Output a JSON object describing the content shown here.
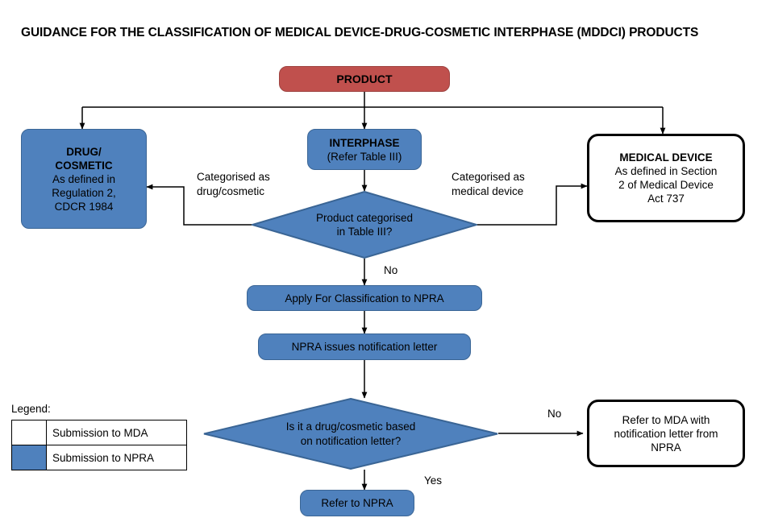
{
  "title": "GUIDANCE FOR THE CLASSIFICATION OF MEDICAL DEVICE-DRUG-COSMETIC INTERPHASE (MDDCI) PRODUCTS",
  "colors": {
    "product_fill": "#c0504d",
    "npra_fill": "#4f81bd",
    "npra_border": "#3a6595",
    "mda_fill": "#ffffff",
    "mda_border": "#000000",
    "connector": "#000000"
  },
  "nodes": {
    "product": {
      "label": "PRODUCT",
      "shape": "rounded-rectangle",
      "fill": "#c0504d"
    },
    "interphase": {
      "line1": "INTERPHASE",
      "line2": "(Refer Table III)",
      "shape": "rounded-rectangle",
      "fill": "#4f81bd"
    },
    "drug_cosmetic": {
      "line1": "DRUG/",
      "line2": "COSMETIC",
      "line3": "As defined in",
      "line4": "Regulation 2,",
      "line5": "CDCR 1984",
      "shape": "rounded-rectangle",
      "fill": "#4f81bd"
    },
    "medical_device": {
      "line1": "MEDICAL DEVICE",
      "line2": "As defined in Section",
      "line3": "2 of Medical Device",
      "line4": "Act 737",
      "shape": "rounded-rectangle",
      "fill": "#ffffff"
    },
    "decision_table3": {
      "line1": "Product categorised",
      "line2": "in Table III?",
      "shape": "diamond",
      "fill": "#4f81bd"
    },
    "apply_classification": {
      "label": "Apply For Classification to NPRA",
      "shape": "rounded-rectangle",
      "fill": "#4f81bd"
    },
    "notification_letter": {
      "label": "NPRA issues notification letter",
      "shape": "rounded-rectangle",
      "fill": "#4f81bd"
    },
    "decision_drugcosmetic": {
      "line1": "Is it a drug/cosmetic based",
      "line2": "on notification letter?",
      "shape": "diamond",
      "fill": "#4f81bd"
    },
    "refer_npra": {
      "label": "Refer to NPRA",
      "shape": "rounded-rectangle",
      "fill": "#4f81bd"
    },
    "refer_mda": {
      "line1": "Refer to MDA with",
      "line2": "notification letter from",
      "line3": "NPRA",
      "shape": "rounded-rectangle",
      "fill": "#ffffff"
    }
  },
  "edge_labels": {
    "categorised_drug": "Categorised as\ndrug/cosmetic",
    "categorised_device": "Categorised as\nmedical device",
    "table3_no": "No",
    "drugcosmetic_no": "No",
    "drugcosmetic_yes": "Yes"
  },
  "legend": {
    "title": "Legend:",
    "rows": [
      {
        "swatch": "#ffffff",
        "label": "Submission to MDA"
      },
      {
        "swatch": "#4f81bd",
        "label": "Submission to NPRA"
      }
    ]
  }
}
